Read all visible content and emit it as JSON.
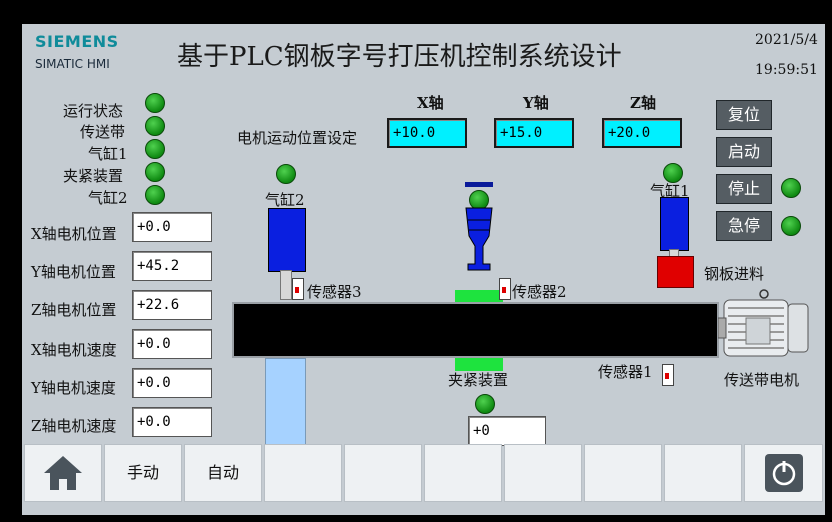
{
  "header": {
    "brand": "SIEMENS",
    "product": "SIMATIC HMI",
    "title": "基于PLC钢板字号打压机控制系统设计",
    "date": "2021/5/4",
    "time": "19:59:51"
  },
  "status": {
    "items": [
      {
        "label": "运行状态"
      },
      {
        "label": "传送带"
      },
      {
        "label": "气缸1"
      },
      {
        "label": "夹紧装置"
      },
      {
        "label": "气缸2"
      }
    ]
  },
  "motor_readouts": [
    {
      "label": "X轴电机位置",
      "value": "+0.0"
    },
    {
      "label": "Y轴电机位置",
      "value": "+45.2"
    },
    {
      "label": "Z轴电机位置",
      "value": "+22.6"
    },
    {
      "label": "X轴电机速度",
      "value": "+0.0"
    },
    {
      "label": "Y轴电机速度",
      "value": "+0.0"
    },
    {
      "label": "Z轴电机速度",
      "value": "+0.0"
    }
  ],
  "position_setting": {
    "label": "电机运动位置设定",
    "axes": [
      {
        "header": "X轴",
        "value": "+10.0"
      },
      {
        "header": "Y轴",
        "value": "+15.0"
      },
      {
        "header": "Z轴",
        "value": "+20.0"
      }
    ]
  },
  "controls": {
    "reset": "复位",
    "start": "启动",
    "stop": "停止",
    "estop": "急停"
  },
  "diagram": {
    "cylinder2": "气缸2",
    "cylinder1": "气缸1",
    "sensor3": "传感器3",
    "sensor2": "传感器2",
    "sensor1": "传感器1",
    "steel_feed": "钢板进料",
    "clamp": "夹紧装置",
    "conveyor_motor": "传送带电机",
    "clamp_value": "+0"
  },
  "footer": {
    "manual": "手动",
    "auto": "自动"
  },
  "colors": {
    "panel": "#c5ccd2",
    "indicator_on": "#1aa81e",
    "setpoint_field": "#00f0ff",
    "cylinder": "#0a1fe0",
    "steel_block": "#e00000",
    "clamp_block": "#1ee33e",
    "brand": "#0f8b9a"
  },
  "icons": {
    "home": "home-icon",
    "power": "power-icon"
  }
}
